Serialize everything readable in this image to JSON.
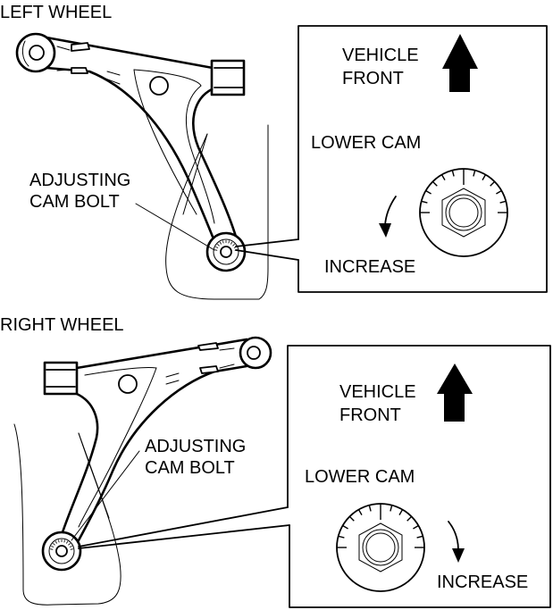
{
  "diagram": {
    "colors": {
      "ink": "#000000",
      "background": "#ffffff"
    },
    "panels": [
      {
        "id": "left",
        "title": "LEFT WHEEL",
        "callout_label_line1": "ADJUSTING",
        "callout_label_line2": "CAM BOLT",
        "detail": {
          "direction_label_line1": "VEHICLE",
          "direction_label_line2": "FRONT",
          "direction_icon": "arrow-up-icon",
          "cam_label": "LOWER CAM",
          "rotation_label": "INCREASE",
          "rotation_icon": "curved-arrow-counterclockwise-down-icon"
        }
      },
      {
        "id": "right",
        "title": "RIGHT WHEEL",
        "callout_label_line1": "ADJUSTING",
        "callout_label_line2": "CAM BOLT",
        "detail": {
          "direction_label_line1": "VEHICLE",
          "direction_label_line2": "FRONT",
          "direction_icon": "arrow-up-icon",
          "cam_label": "LOWER CAM",
          "rotation_label": "INCREASE",
          "rotation_icon": "curved-arrow-clockwise-down-icon"
        }
      }
    ]
  }
}
